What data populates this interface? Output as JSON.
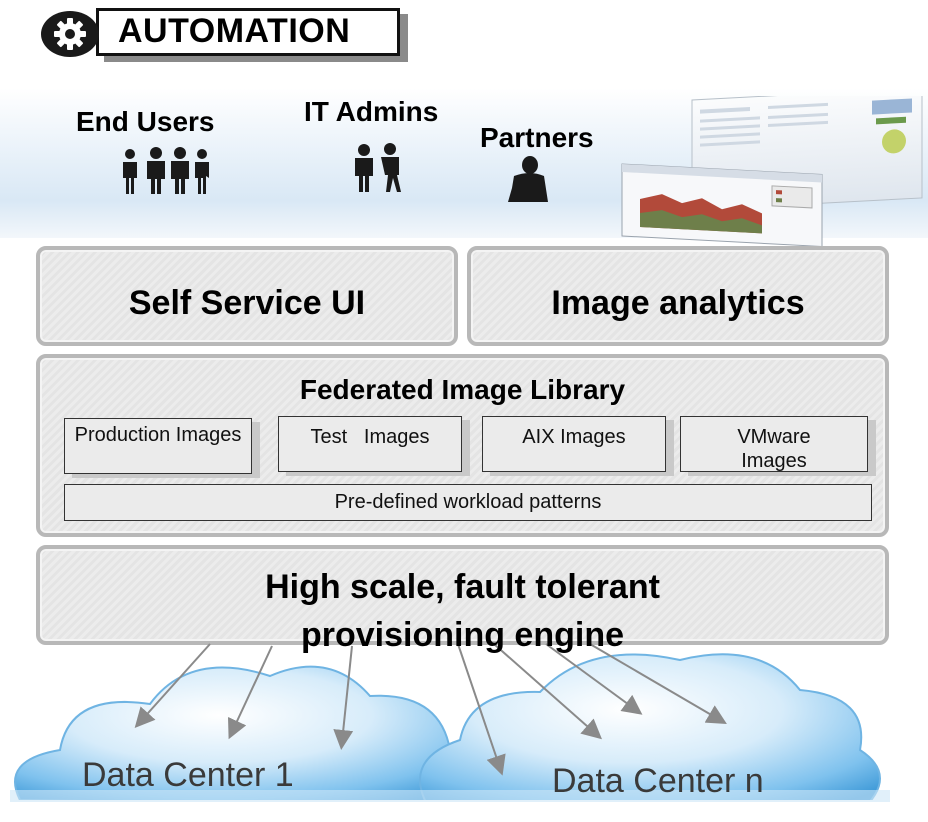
{
  "header": {
    "title": "AUTOMATION",
    "icon": "gear-icon"
  },
  "users": [
    {
      "label": "End Users"
    },
    {
      "label": "IT Admins"
    },
    {
      "label": "Partners"
    }
  ],
  "layers": {
    "self_service": "Self Service UI",
    "image_analytics": "Image analytics",
    "federated": {
      "title": "Federated Image Library",
      "images": [
        "Production Images",
        "Test   Images",
        "AIX Images",
        "VMware Images"
      ],
      "patterns": "Pre-defined workload patterns"
    },
    "engine": {
      "line1": "High scale, fault tolerant",
      "line2": "provisioning engine"
    }
  },
  "clouds": [
    "Data Center 1",
    "Data Center n"
  ],
  "colors": {
    "panel_fill": "#e8e8e8",
    "panel_border": "#b8b8b8",
    "cloud_blue": "#5aaee6",
    "header_gear": "#1a1a1a"
  }
}
